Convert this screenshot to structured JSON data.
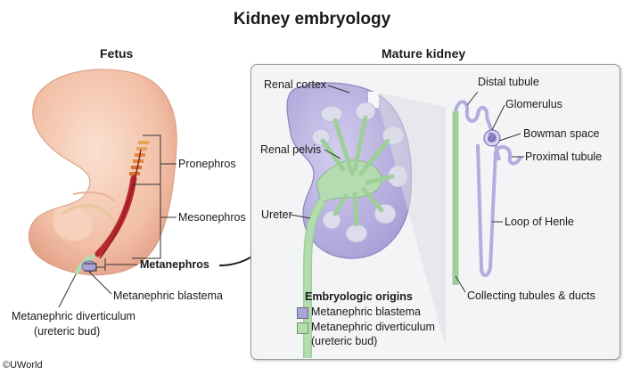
{
  "title": "Kidney embryology",
  "fetus": {
    "heading": "Fetus",
    "labels": {
      "pronephros": "Pronephros",
      "mesonephros": "Mesonephros",
      "metanephros": "Metanephros",
      "blastema": "Metanephric blastema",
      "diverticulum_line1": "Metanephric diverticulum",
      "diverticulum_line2": "(ureteric bud)"
    }
  },
  "mature": {
    "heading": "Mature kidney",
    "labels": {
      "renal_cortex": "Renal cortex",
      "renal_pelvis": "Renal pelvis",
      "ureter": "Ureter",
      "distal_tubule": "Distal tubule",
      "glomerulus": "Glomerulus",
      "bowman_space": "Bowman space",
      "proximal_tubule": "Proximal tubule",
      "loop_of_henle": "Loop of Henle",
      "collecting": "Collecting tubules & ducts"
    }
  },
  "legend": {
    "title": "Embryologic origins",
    "items": [
      {
        "label": "Metanephric blastema",
        "color": "#a9a3d6"
      },
      {
        "label": "Metanephric diverticulum",
        "label2": "(ureteric bud)",
        "color": "#b5dbb0"
      }
    ]
  },
  "credit": "©UWorld",
  "colors": {
    "skin": "#f4c6ae",
    "blastema": "#a9a3d6",
    "bud": "#b5dbb0",
    "mesonephros": "#b8282d"
  }
}
